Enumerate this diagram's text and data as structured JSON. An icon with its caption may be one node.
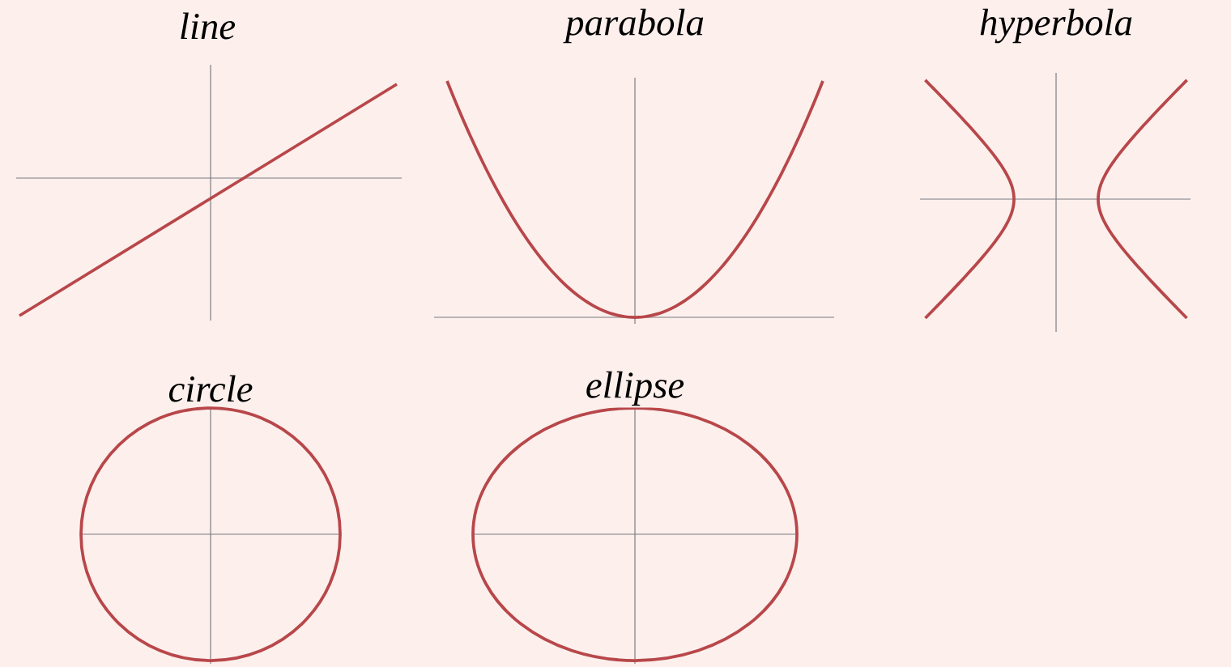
{
  "diagram": {
    "labels": [
      "line",
      "parabola",
      "hyperbola",
      "circle",
      "ellipse"
    ]
  }
}
